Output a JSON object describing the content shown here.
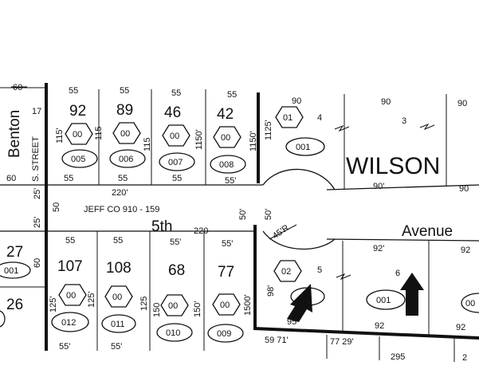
{
  "streets": {
    "benton": "Benton",
    "s_street": "S. STREET",
    "fifth": "5th",
    "avenue": "Avenue",
    "subdivision": "WILSON",
    "record": "JEFF CO  910 - 159",
    "radius": "45'R"
  },
  "top_block": {
    "frontages_top": [
      "60",
      "55",
      "55",
      "55",
      "55",
      "90"
    ],
    "lots": [
      {
        "number": "92",
        "parcel": "00",
        "id": "005"
      },
      {
        "number": "89",
        "parcel": "00",
        "id": "006"
      },
      {
        "number": "46",
        "parcel": "00",
        "id": "007"
      },
      {
        "number": "42",
        "parcel": "00",
        "id": "008"
      }
    ],
    "depths": [
      "115'",
      "115",
      "115",
      "1150'",
      "1150'",
      "1125'"
    ],
    "frontages_bottom": [
      "55",
      "55",
      "55",
      "55'"
    ],
    "left_numbers": [
      "17",
      "60"
    ],
    "street_width": "220'"
  },
  "top_right": {
    "lot4_hex": "01",
    "lot4_num": "4",
    "lot4_id": "001",
    "lot3_top": "90",
    "lot3_num": "3",
    "far_top": "90",
    "bottom_90": "90'",
    "far_bottom": "90"
  },
  "middle": {
    "left_25a": "25'",
    "left_25b": "25'",
    "left_50": "50",
    "center_220": "220",
    "right_50a": "50'",
    "right_50b": "50'"
  },
  "bottom_block": {
    "frontages_top": [
      "55",
      "55",
      "55'",
      "55'"
    ],
    "lots": [
      {
        "number": "107",
        "parcel": "00",
        "id": "012"
      },
      {
        "number": "108",
        "parcel": "00",
        "id": "011"
      },
      {
        "number": "68",
        "parcel": "00",
        "id": "010"
      },
      {
        "number": "77",
        "parcel": "00",
        "id": "009"
      }
    ],
    "depths": [
      "125'",
      "125'",
      "125",
      "150",
      "150'",
      "1500'"
    ],
    "frontages_bottom": [
      "55'",
      "55'"
    ],
    "left_27": "27",
    "left_001": "001",
    "left_26": "26",
    "left_60": "60"
  },
  "bottom_right": {
    "lot5_hex": "02",
    "lot5_num": "5",
    "lot5_id": "01",
    "lot6_num": "6",
    "lot6_id": "001",
    "top_92": "92'",
    "top_right_92": "92",
    "bottom_92": "92",
    "bottom_right_92": "92",
    "depth": "98'",
    "dim_95": "95",
    "dim_5971": "59 71'",
    "dim_7729": "77 29'",
    "dim_295": "295",
    "dim_2": "2",
    "partial": "00"
  }
}
